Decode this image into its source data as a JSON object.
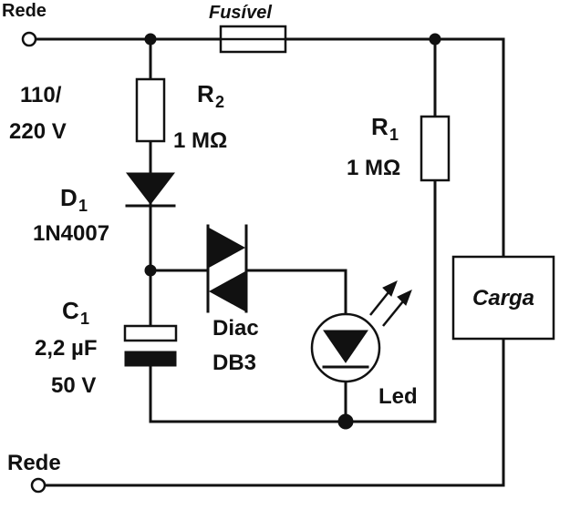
{
  "labels": {
    "mains_top": "Rede",
    "mains_bottom": "Rede",
    "fuse": "Fusível",
    "voltage_line1": "110/",
    "voltage_line2": "220 V",
    "r2_name": "R",
    "r2_sub": "2",
    "r2_value": "1 MΩ",
    "r1_name": "R",
    "r1_sub": "1",
    "r1_value": "1 MΩ",
    "d1_name": "D",
    "d1_sub": "1",
    "d1_part": "1N4007",
    "c1_name": "C",
    "c1_sub": "1",
    "c1_capacitance": "2,2 µF",
    "c1_voltage": "50 V",
    "diac_line1": "Diac",
    "diac_line2": "DB3",
    "led": "Led",
    "load": "Carga"
  },
  "colors": {
    "ink": "#111111",
    "paper": "#ffffff"
  }
}
